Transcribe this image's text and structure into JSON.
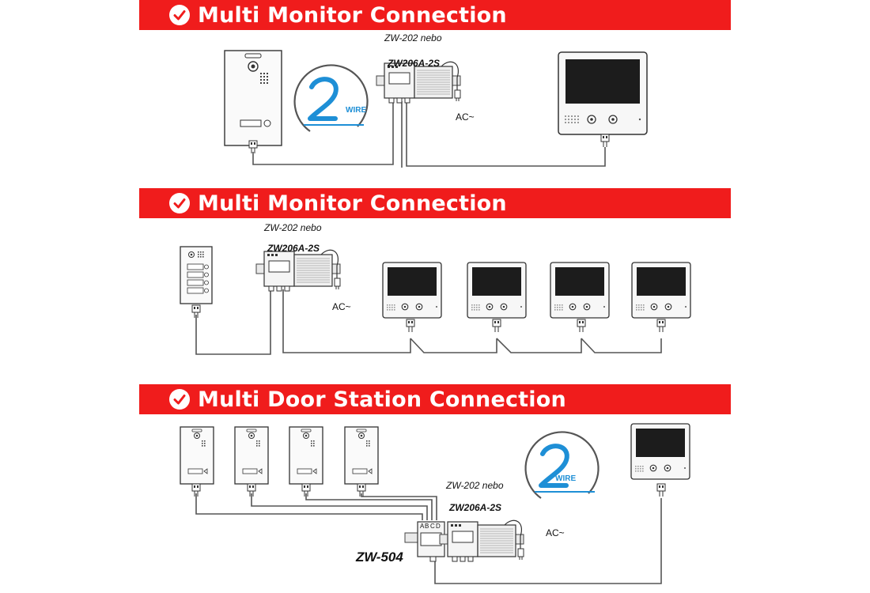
{
  "sections": [
    {
      "title": "Multi Monitor Connection"
    },
    {
      "title": "Multi Monitor Connection"
    },
    {
      "title": "Multi Door Station Connection"
    }
  ],
  "labels": {
    "model_alt": "ZW-202 nebo",
    "model_main": "ZW206A-2S",
    "ac": "AC~",
    "distributor": "ZW-504",
    "terminals": [
      "A",
      "B",
      "C",
      "D"
    ]
  },
  "logo": {
    "number": "2",
    "text": "WIRE"
  },
  "colors": {
    "banner": "#f01c1c",
    "wire": "#555555",
    "device_stroke": "#333333",
    "screen": "#1a1a1a"
  }
}
